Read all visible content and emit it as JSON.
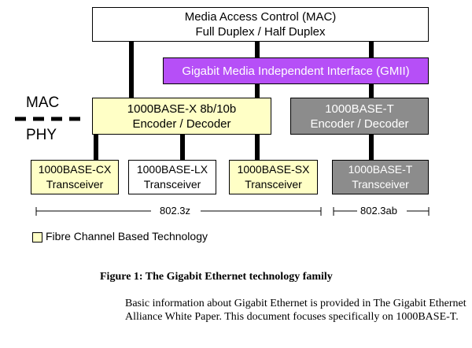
{
  "colors": {
    "fibre": "#ffffc6",
    "gmii": "#b64ff7",
    "gray": "#8c8c8c",
    "white": "#ffffff"
  },
  "mac": {
    "line1": "Media Access Control (MAC)",
    "line2": "Full Duplex / Half Duplex"
  },
  "gmii": {
    "label": "Gigabit Media Independent Interface (GMII)"
  },
  "layers": {
    "mac": "MAC",
    "phy": "PHY"
  },
  "x_codec": {
    "line1": "1000BASE-X 8b/10b",
    "line2": "Encoder / Decoder"
  },
  "t_codec": {
    "line1": "1000BASE-T",
    "line2": "Encoder / Decoder"
  },
  "transceivers": [
    {
      "line1": "1000BASE-CX",
      "line2": "Transceiver"
    },
    {
      "line1": "1000BASE-LX",
      "line2": "Transceiver"
    },
    {
      "line1": "1000BASE-SX",
      "line2": "Transceiver"
    },
    {
      "line1": "1000BASE-T",
      "line2": "Transceiver"
    }
  ],
  "ranges": {
    "z": "802.3z",
    "ab": "802.3ab"
  },
  "legend": {
    "label": "Fibre Channel Based Technology"
  },
  "caption": "Figure 1: The Gigabit Ethernet technology family",
  "body_text": "Basic information about Gigabit Ethernet is provided in The Gigabit Ethernet Alliance White Paper. This document focuses specifically on 1000BASE-T."
}
